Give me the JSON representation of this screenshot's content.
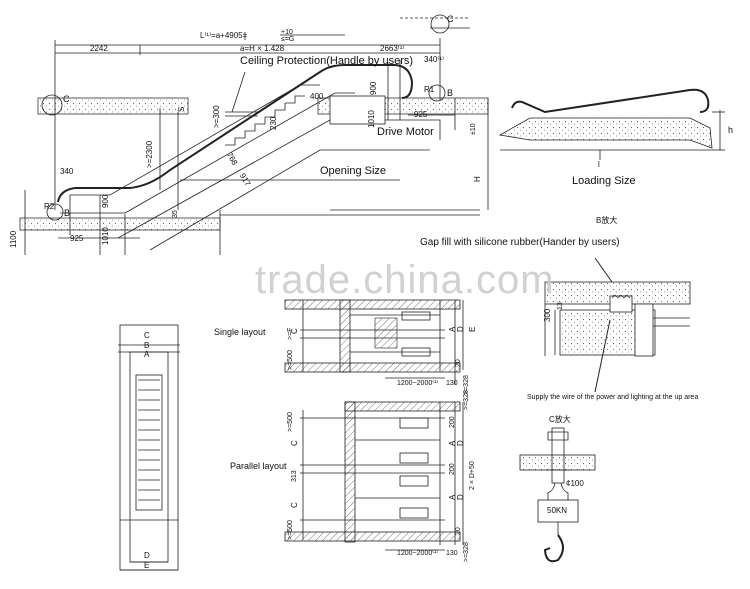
{
  "elevation": {
    "formula_L": "L⁽¹⁾=a+4905=",
    "formula_a": "a=H × 1.428",
    "tol": "+10",
    "cond": "≤=G",
    "dim_2242": "2242",
    "dim_2663": "2663⁽¹⁾",
    "dim_340_top": "340⁽¹⁾",
    "dim_340_left": "340",
    "dim_400": "400",
    "dim_900_top": "900",
    "dim_900_bottom": "900",
    "dim_1010_top": "1010",
    "dim_1010_bottom": "1010",
    "dim_925_right": "925",
    "dim_925_left": "925",
    "dim_1100": "1100",
    "dim_2300": ">=2300",
    "dim_300": ">=300",
    "dim_230": "230",
    "dim_768": "768",
    "dim_917": "917",
    "dim_s": "S",
    "dim_35": "35",
    "dim_h": "H",
    "dim_10": "±10",
    "label_C_top": "C",
    "label_C_left": "C",
    "label_B_top": "B",
    "label_B_left": "B",
    "label_R1": "R1",
    "label_R2": "R2",
    "ceiling_protection": "Ceiling Protection(Handle by users)",
    "drive_motor": "Drive Motor",
    "opening_size": "Opening Size"
  },
  "loading": {
    "title": "Loading Size",
    "h": "h",
    "l": "l"
  },
  "detail_b": {
    "title": "B放大",
    "caption": "Gap fill with silicone rubber(Hander by users)",
    "dim_300": "300",
    "dim_13": "13",
    "note": "Supply the wire of the power and lighting at the up area"
  },
  "detail_c": {
    "title": "C放大",
    "dim": "¢100",
    "load": "50KN"
  },
  "plan": {
    "C": "C",
    "B": "B",
    "A": "A",
    "D": "D",
    "E": "E"
  },
  "single": {
    "title": "Single layout",
    "C": "C",
    "A": "A",
    "D": "D",
    "E": "E",
    "F": ">=F",
    "d500": ">=500",
    "d20": "20",
    "d130": "130",
    "d328": ">=328",
    "width": "1200~2000⁽¹⁾"
  },
  "parallel": {
    "title": "Parallel layout",
    "C1": "C",
    "C2": "C",
    "A1": "A",
    "A2": "A",
    "D1": "D",
    "D2": "D",
    "d500_top": ">=500",
    "d500_bottom": ">=500",
    "d313": "313",
    "d200_1": "200",
    "d200_2": "200",
    "d20": "20",
    "d130": "130",
    "d328_top": ">=328",
    "d328_bottom": ">=328",
    "d2D": "2 × D+50",
    "width": "1200~2000⁽¹⁾"
  },
  "watermark": "trade.china.com"
}
